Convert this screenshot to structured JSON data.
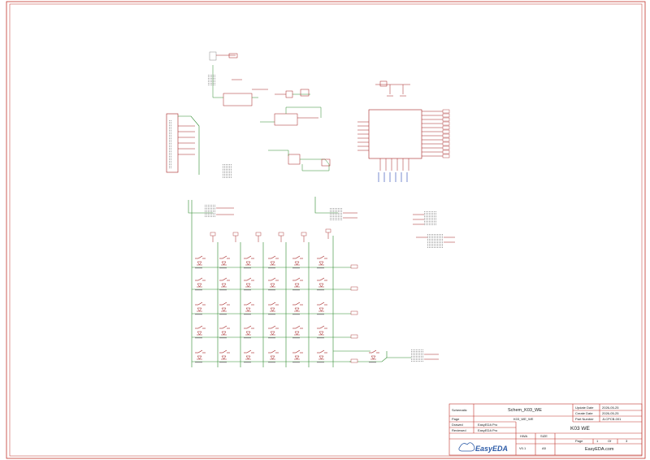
{
  "titleblock": {
    "schematic_label": "Schematic",
    "schematic_value": "Schem_K03_WE",
    "page_label": "Page",
    "page_value": "K03_WE_WE",
    "drawn_label": "Drawed",
    "drawn_value": "EasyEDA Pro",
    "reviewed_label": "Reviewed",
    "reviewed_value": "EasyEDA Pro",
    "update_label": "Update Date",
    "update_value": "2026-05-25",
    "create_label": "Create Date",
    "create_value": "2026-05-25",
    "part_label": "Part Number",
    "part_value": "JLCPCB-001",
    "title": "K03 WE",
    "hwa_label": "HWA",
    "size_label": "SIZE",
    "version": "V0.1",
    "size": "A5",
    "page_num_label": "Page",
    "page_num": "1",
    "of_label": "Of",
    "page_total": "3",
    "logo": "EasyEDA",
    "site": "EasyEDA.com"
  },
  "colors": {
    "border": "#c0342c",
    "wire": "#2e8b2e",
    "part": "#a32020",
    "label": "#1f3fb0",
    "titleblock": "#c0342c"
  }
}
